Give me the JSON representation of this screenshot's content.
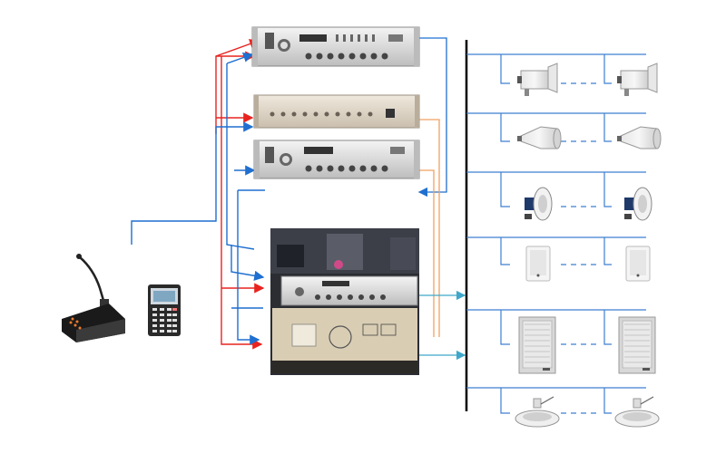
{
  "diagram": {
    "devices": {
      "microphone": "paging-microphone-console",
      "remote_panel": "remote-control-keypad-panel",
      "amplifier_top": "mixer-amplifier",
      "distributor": "signal-distributor",
      "amplifier_mid": "mixer-amplifier",
      "main_unit_photo": "boxed-mixer-amplifier-photo",
      "bus": "speaker-line-bus"
    },
    "speaker_rows": [
      {
        "type": "horn-speaker"
      },
      {
        "type": "bell-horn-speaker"
      },
      {
        "type": "projection-speaker"
      },
      {
        "type": "wall-mount-speaker"
      },
      {
        "type": "column-box-speaker"
      },
      {
        "type": "ceiling-speaker"
      }
    ],
    "colors": {
      "signal_red": "#e8231f",
      "signal_blue": "#1f6fd0",
      "line_blue": "#3d7fd1",
      "line_orange": "#f0a060",
      "bus_black": "#000000",
      "dashed_blue": "#3d7fd1"
    }
  }
}
